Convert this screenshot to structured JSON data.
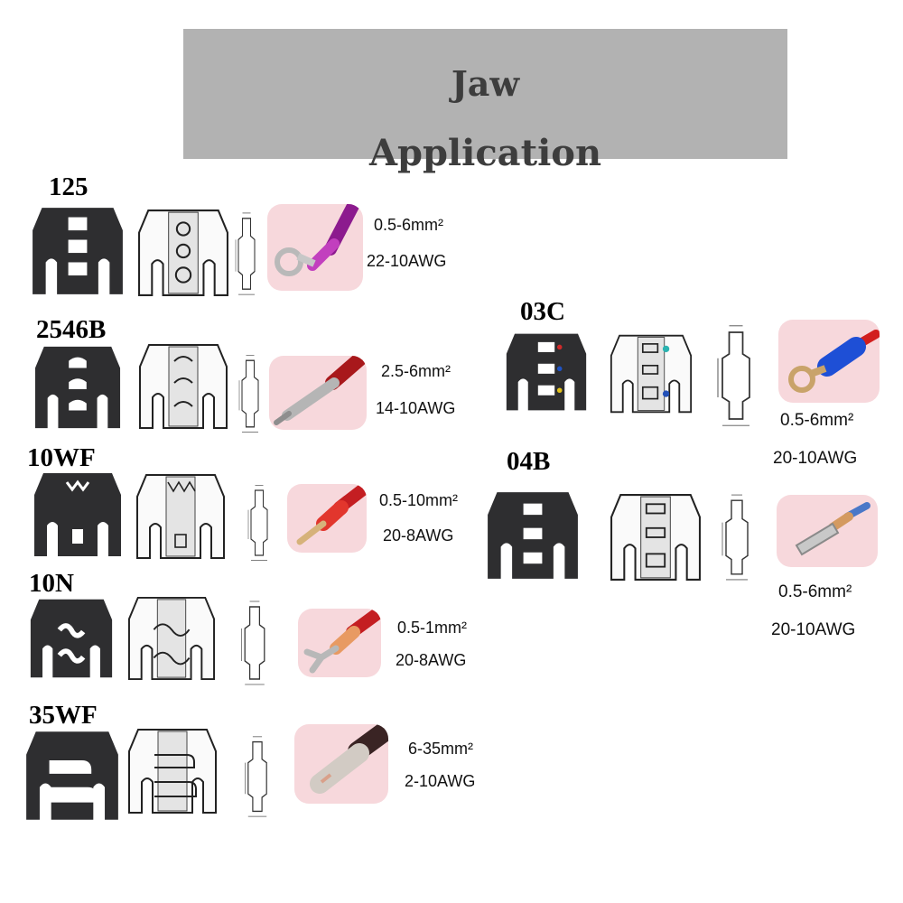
{
  "banner": {
    "line1": "Jaw",
    "line2": "Application"
  },
  "jaws": [
    {
      "id": "125",
      "label": "125",
      "spec1": "0.5-6mm²",
      "spec2": "22-10AWG",
      "terminal": "ring-icon"
    },
    {
      "id": "2546b",
      "label": "2546B",
      "spec1": "2.5-6mm²",
      "spec2": "14-10AWG",
      "terminal": "pin-icon"
    },
    {
      "id": "10wf",
      "label": "10WF",
      "spec1": "0.5-10mm²",
      "spec2": "20-8AWG",
      "terminal": "ferrule-icon"
    },
    {
      "id": "10n",
      "label": "10N",
      "spec1": "0.5-1mm²",
      "spec2": "20-8AWG",
      "terminal": "fork-icon"
    },
    {
      "id": "35wf",
      "label": "35WF",
      "spec1": "6-35mm²",
      "spec2": "2-10AWG",
      "terminal": "large-ferrule-icon"
    },
    {
      "id": "03c",
      "label": "03C",
      "spec1": "0.5-6mm²",
      "spec2": "20-10AWG",
      "terminal": "insulated-ring-icon"
    },
    {
      "id": "04b",
      "label": "04B",
      "spec1": "0.5-6mm²",
      "spec2": "20-10AWG",
      "terminal": "spade-icon"
    }
  ],
  "colors": {
    "banner_bg": "#b2b2b2",
    "banner_text": "#3d3d3d",
    "jaw_fill": "#2e2e30",
    "terminal_bg": "#f7d8dc"
  }
}
